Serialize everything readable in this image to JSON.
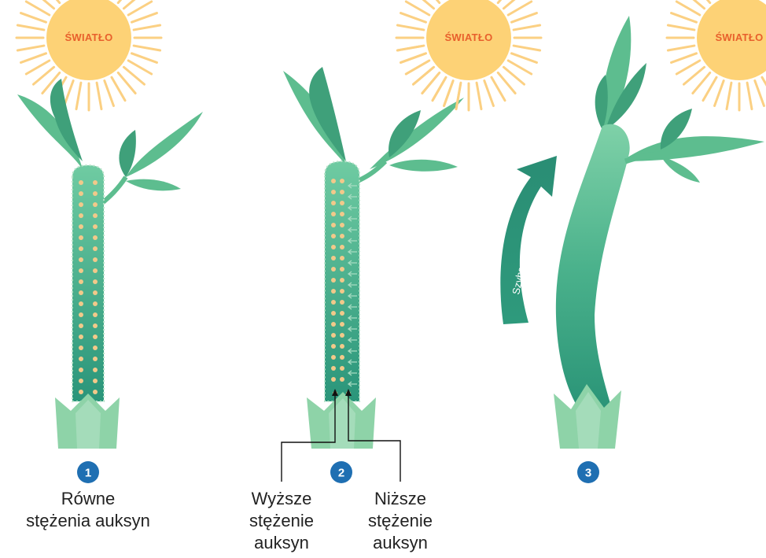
{
  "sun_label": "ŚWIATŁO",
  "panels": [
    {
      "number": "1",
      "caption_lines": [
        "Równe",
        "stężenia auksyn"
      ]
    },
    {
      "number": "2",
      "left_caption_lines": [
        "Wyższe",
        "stężenie",
        "auksyn"
      ],
      "right_caption_lines": [
        "Niższe",
        "stężenie",
        "auksyn"
      ]
    },
    {
      "number": "3",
      "arrow_label": "Szybszy wzrost"
    }
  ],
  "colors": {
    "sun_core": "#fdd276",
    "sun_rays": "#fbd083",
    "leaf": "#5dbd8f",
    "leaf_dark": "#3fa07a",
    "stem_dark": "#2e9d7e",
    "stem_light": "#6ecaa0",
    "sheath": "#8ed3a8",
    "auxin_dot": "#f2c98a",
    "badge": "#1f6fb2",
    "arrow": "#2e9a7c"
  }
}
